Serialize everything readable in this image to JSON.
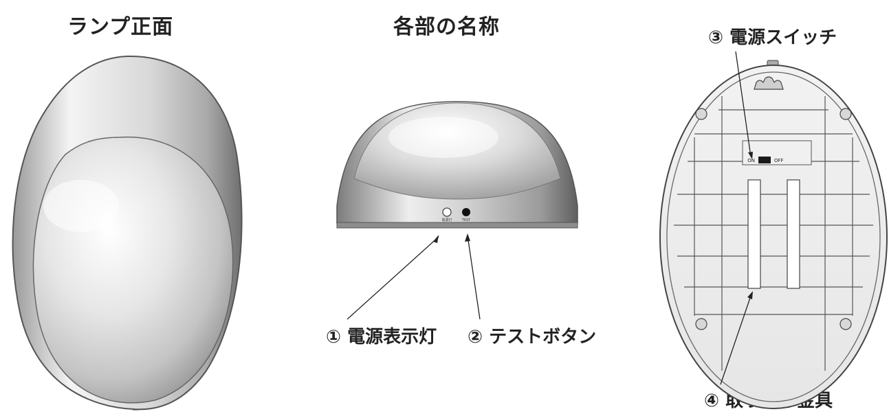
{
  "titles": {
    "front": "ランプ正面",
    "parts": "各部の名称"
  },
  "labels": {
    "power_lamp": "① 電源表示灯",
    "test_button": "② テストボタン",
    "power_switch": "③ 電源スイッチ",
    "bracket": "④ 取り付け金具"
  },
  "device_text": {
    "lamp_small": "電源灯",
    "test_small": "TEST",
    "switch_on": "ON",
    "switch_off": "OFF"
  }
}
